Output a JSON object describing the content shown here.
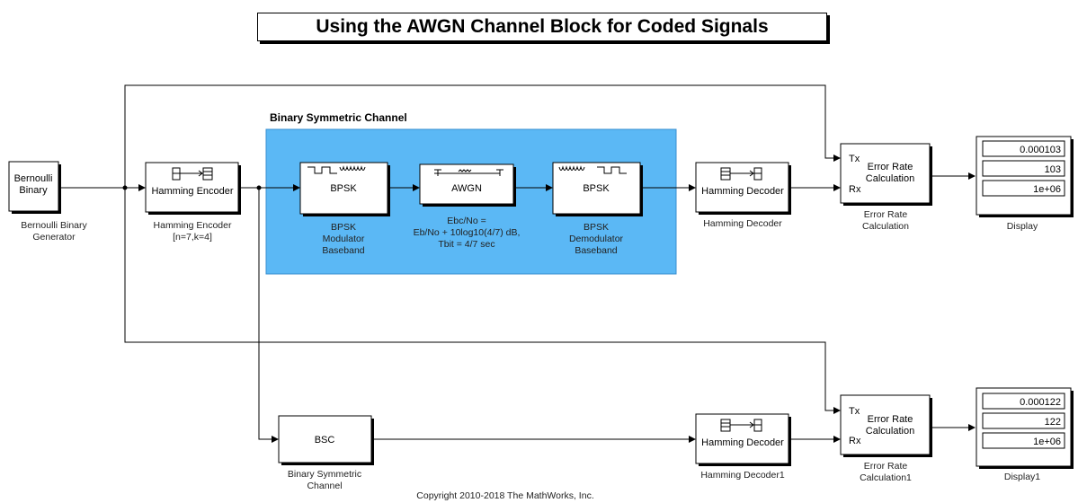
{
  "title": "Using the AWGN Channel Block for Coded Signals",
  "subsystem_label": "Binary Symmetric Channel",
  "copyright": "Copyright 2010-2018 The MathWorks, Inc.",
  "colors": {
    "subsystem_fill": "#5bb8f5",
    "subsystem_border": "#3a8fd0"
  },
  "blocks": {
    "bernoulli": {
      "text": [
        "Bernoulli",
        "Binary"
      ],
      "caption": [
        "Bernoulli Binary",
        "Generator"
      ]
    },
    "hamming_encoder": {
      "text": "Hamming Encoder",
      "caption": [
        "Hamming Encoder",
        "[n=7,k=4]"
      ],
      "icon": "hamming-encoder-icon"
    },
    "bpsk_mod": {
      "text": "BPSK",
      "caption": [
        "BPSK",
        "Modulator",
        "Baseband"
      ],
      "icon": "square-to-sine-wave-icon"
    },
    "awgn": {
      "text": "AWGN",
      "caption": [
        "Ebc/No =",
        "Eb/No + 10log10(4/7) dB,",
        "Tbit = 4/7 sec"
      ],
      "icon": "noise-channel-icon"
    },
    "bpsk_demod": {
      "text": "BPSK",
      "caption": [
        "BPSK",
        "Demodulator",
        "Baseband"
      ],
      "icon": "sine-to-square-wave-icon"
    },
    "hamming_decoder": {
      "text": "Hamming Decoder",
      "caption": "Hamming Decoder",
      "icon": "hamming-decoder-icon"
    },
    "error_rate": {
      "port_tx": "Tx",
      "port_rx": "Rx",
      "text": [
        "Error Rate",
        "Calculation"
      ],
      "caption": [
        "Error Rate",
        "Calculation"
      ]
    },
    "display": {
      "values": [
        "0.000103",
        "103",
        "1e+06"
      ],
      "caption": "Display"
    },
    "bsc": {
      "text": "BSC",
      "caption": [
        "Binary Symmetric",
        "Channel"
      ]
    },
    "hamming_decoder1": {
      "text": "Hamming Decoder",
      "caption": "Hamming Decoder1",
      "icon": "hamming-decoder-icon"
    },
    "error_rate1": {
      "port_tx": "Tx",
      "port_rx": "Rx",
      "text": [
        "Error Rate",
        "Calculation"
      ],
      "caption": [
        "Error Rate",
        "Calculation1"
      ]
    },
    "display1": {
      "values": [
        "0.000122",
        "122",
        "1e+06"
      ],
      "caption": "Display1"
    }
  }
}
